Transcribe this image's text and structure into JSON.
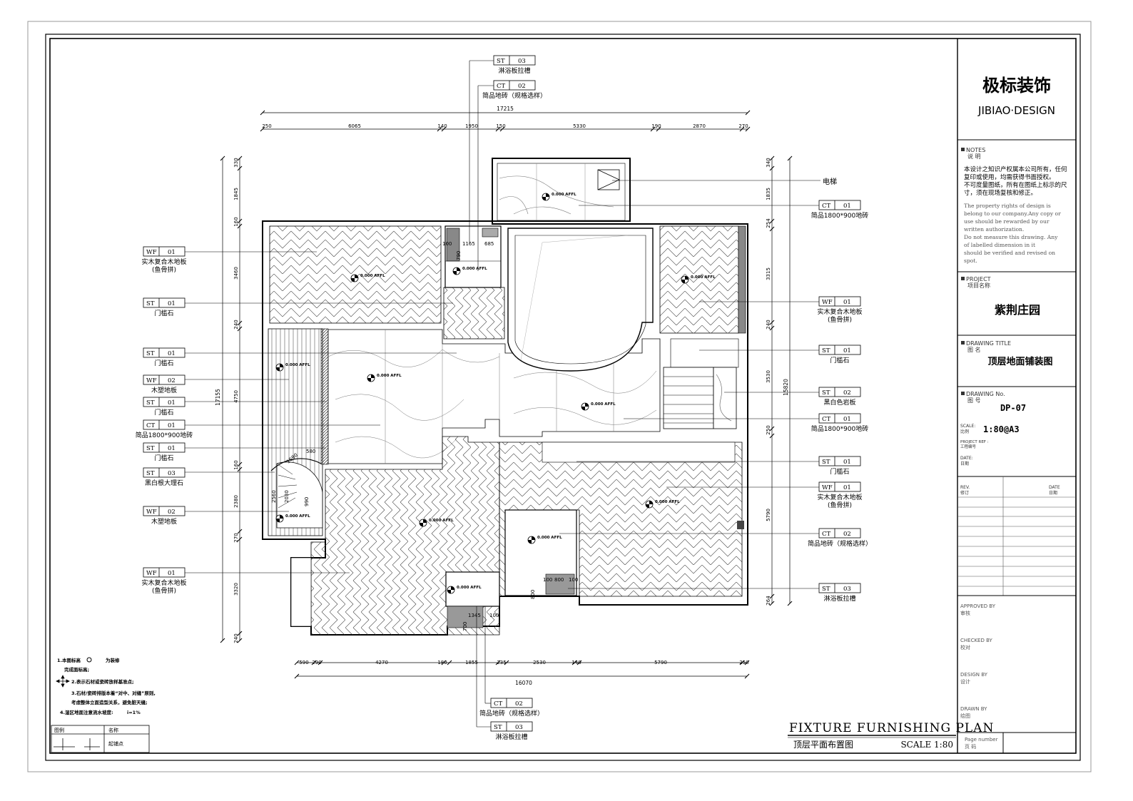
{
  "title_block": {
    "company_cn": "极标装饰",
    "company_en": "JIBIAO·DESIGN",
    "notes_label_en": "NOTES",
    "notes_label_cn": "说 明",
    "notes_cn": [
      "本设计之知识产权属本公司所有，任何",
      "复印或使用，均需获得书面授权。",
      "不可度量图纸，所有在图纸上标示的尺",
      "寸，须在现场复核和修正。"
    ],
    "notes_en": [
      "The property rights of design is",
      "belong to our company.Any copy or",
      "use should be rewarded by our",
      "written authorization.",
      "Do not measure this drawing. Any",
      "of labelled dimension in it",
      "should be verified and revised on",
      "spot."
    ],
    "project_label_en": "PROJECT",
    "project_label_cn": "项目名称",
    "project_name": "紫荆庄园",
    "drawing_title_label_en": "DRAWING TITLE",
    "drawing_title_label_cn": "图 名",
    "drawing_title": "顶层地面铺装图",
    "drawing_no_label_en": "DRAWING No.",
    "drawing_no_label_cn": "图 号",
    "drawing_no": "DP-07",
    "scale_label_en": "SCALE:",
    "scale_label_cn": "比例",
    "scale_value": "1:80@A3",
    "project_ref_label_en": "PROJECT REF :",
    "project_ref_label_cn": "工程编号",
    "date_label_en": "DATE:",
    "date_label_cn": "日期",
    "rev_label_en": "REV.",
    "rev_label_cn": "修订",
    "rev_date_label_en": "DATE",
    "rev_date_label_cn": "日期",
    "approved_en": "APPROVED BY",
    "approved_cn": "审核",
    "checked_en": "CHECKED BY",
    "checked_cn": "校对",
    "design_en": "DESIGN BY",
    "design_cn": "设计",
    "drawn_en": "DRAWN BY",
    "drawn_cn": "绘图",
    "page_en": "Page number",
    "page_cn": "页 码"
  },
  "plan_title": {
    "en": "FIXTURE FURNISHING PLAN",
    "cn": "顶层平面布置图",
    "scale": "SCALE 1:80"
  },
  "legend_notes": {
    "note1": "1.本图标高",
    "note1b": "为装修",
    "note1c": "完成面标高;",
    "note2": "2.表示石材或瓷砖放样基准点;",
    "note3": "3.石材/瓷砖排版本着“对中、对缝”原则,",
    "note3b": "考虑整体立面造型关系，避免脏天缝;",
    "note4": "4.湿区地面注意流水坡度:",
    "slope": "i=1%",
    "table_h1": "图例",
    "table_h2": "名称",
    "table_v": "起铺点"
  },
  "tags_left": [
    {
      "code": "WF",
      "num": "01",
      "name": "实木复合木地板",
      "name2": "(鱼骨拼)"
    },
    {
      "code": "ST",
      "num": "01",
      "name": "门槛石",
      "name2": ""
    },
    {
      "code": "ST",
      "num": "01",
      "name": "门槛石",
      "name2": ""
    },
    {
      "code": "WF",
      "num": "02",
      "name": "木塑地板",
      "name2": ""
    },
    {
      "code": "ST",
      "num": "01",
      "name": "门槛石",
      "name2": ""
    },
    {
      "code": "CT",
      "num": "01",
      "name": "简品1800*900地砖",
      "name2": ""
    },
    {
      "code": "ST",
      "num": "01",
      "name": "门槛石",
      "name2": ""
    },
    {
      "code": "ST",
      "num": "03",
      "name": "黑白根大理石",
      "name2": ""
    },
    {
      "code": "WF",
      "num": "02",
      "name": "木塑地板",
      "name2": ""
    },
    {
      "code": "WF",
      "num": "01",
      "name": "实木复合木地板",
      "name2": "(鱼骨拼)"
    }
  ],
  "tags_right": [
    {
      "code": "CT",
      "num": "01",
      "name": "简品1800*900地砖",
      "name2": ""
    },
    {
      "code": "WF",
      "num": "01",
      "name": "实木复合木地板",
      "name2": "(鱼骨拼)"
    },
    {
      "code": "ST",
      "num": "01",
      "name": "门槛石",
      "name2": ""
    },
    {
      "code": "ST",
      "num": "02",
      "name": "黑白色岩板",
      "name2": ""
    },
    {
      "code": "CT",
      "num": "01",
      "name": "简品1800*900地砖",
      "name2": ""
    },
    {
      "code": "ST",
      "num": "01",
      "name": "门槛石",
      "name2": ""
    },
    {
      "code": "WF",
      "num": "01",
      "name": "实木复合木地板",
      "name2": "(鱼骨拼)"
    },
    {
      "code": "CT",
      "num": "02",
      "name": "简品地砖（规格选样）",
      "name2": ""
    },
    {
      "code": "ST",
      "num": "03",
      "name": "淋浴板拉槽",
      "name2": ""
    }
  ],
  "tags_top": [
    {
      "code": "ST",
      "num": "03",
      "name": "淋浴板拉槽"
    },
    {
      "code": "CT",
      "num": "02",
      "name": "简品地砖（规格选样）"
    }
  ],
  "tags_bottom": [
    {
      "code": "CT",
      "num": "02",
      "name": "简品地砖（规格选样）"
    },
    {
      "code": "ST",
      "num": "03",
      "name": "淋浴板拉槽"
    }
  ],
  "elevator_label": "电梯",
  "dims_top_total": "17215",
  "dims_top": [
    "250",
    "6065",
    "140",
    "1950",
    "150",
    "5330",
    "190",
    "2870",
    "270"
  ],
  "dims_bottom_total": "16070",
  "dims_bottom": [
    "590",
    "290",
    "4270",
    "180",
    "1855",
    "235",
    "2530",
    "140",
    "5790",
    "250"
  ],
  "dims_left_total": "17155",
  "dims_left": [
    "330",
    "1845",
    "160",
    "3460",
    "240",
    "4750",
    "160",
    "2380",
    "270",
    "3320",
    "240"
  ],
  "dims_right_total": "15820",
  "dims_right": [
    "340",
    "1835",
    "254",
    "3315",
    "240",
    "3530",
    "250",
    "5790",
    "264"
  ],
  "level_tag": "0.000 AFFL",
  "inner_dims": [
    "100",
    "1165",
    "685",
    "790",
    "100",
    "580",
    "1690",
    "2560",
    "2030",
    "990",
    "100",
    "800",
    "100",
    "1345",
    "100",
    "700",
    "100",
    "800"
  ]
}
